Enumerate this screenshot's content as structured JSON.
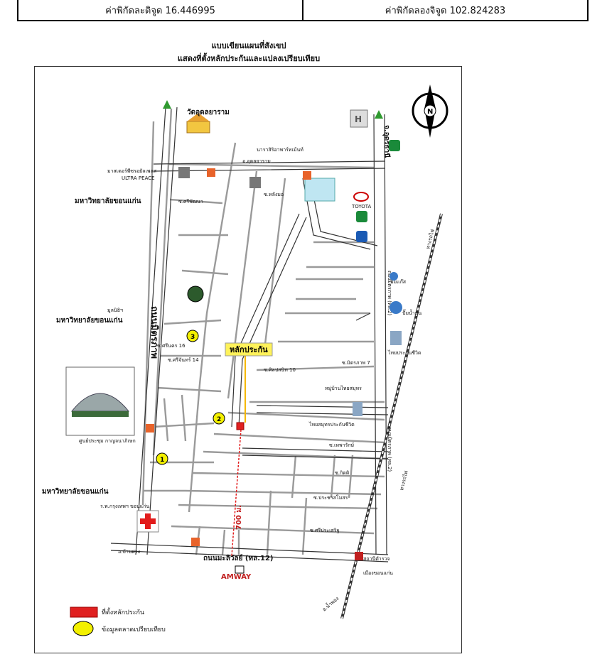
{
  "coords": {
    "lat_label": "ค่าพิกัดละติจูด 16.446995",
    "lon_label": "ค่าพิกัดลองจิจูด 102.824283"
  },
  "heading": {
    "line1": "แบบเขียนแผนที่สังเขป",
    "line2": "แสดงที่ตั้งหลักประกันและแปลงเปรียบเทียบ"
  },
  "map": {
    "temple": "วัดอุดลยาราม",
    "uni_1": "มหาวิทยาลัยขอนแก่น",
    "uni_2": "มหาวิทยาลัยขอนแก่น",
    "uni_3": "มหาวิทยาลัยขอนแก่น",
    "road_mittraphap_left": "ถนนมิตรภาพ",
    "road_mittraphap_right": "ถนนมิตรภาพ (ทล.2)",
    "road_mittraphap_lower": "ถนนมิตรภาพ (ทล.2)",
    "road_udon": "จ.อุดรธานี",
    "road_maliwan": "ถนนมะลิวัลย์ (ทล.12)",
    "road_banfang": "อ.บ้านฝาง",
    "road_namphong": "อ.น้ำพอง",
    "road_udonyaram": "อ.อุดลยาราม",
    "road_mueang": "เมืองขอนแก่น",
    "railway": "ทางรถไฟ",
    "subject_label": "หลักประกัน",
    "distance_label": "700 ม.",
    "amway": "AMWAY",
    "hospital": "ร.พ.กรุงเทพฯ ขอนแก่น",
    "exhibition": "ศูนย์ประชุม กาญจนาภิเษก",
    "ultra_peace": "ULTRA PEACE",
    "master_peace": "มาสเตอร์พีซรอยัลเพลส",
    "narasiri": "นาราสิริอาพาร์ทเม้นท์",
    "police": "สถานีตำรวจ",
    "toyota": "TOYOTA",
    "thaiprakan": "ไทยประกันชีวิต",
    "thaisamut": "ไทยสมุทรประกันชีวิต",
    "pump_1": "ปั๊มแก๊ส",
    "pump_2": "ปั๊มน้ำมัน",
    "foundation": "มูลนิธิฯ",
    "village": "หมู่บ้านไทยสมุทร",
    "soi_sripattana": "ซ.ศรีพัฒนา",
    "soi_khaonoi": "ซ.หลังมอ",
    "soi_sila": "ซ.ศิลปสนิท 10",
    "soi_mittraphap": "ซ.มิตรภาพ 7",
    "soi_thepharak": "ซ.เทพารักษ์",
    "soi_prachasamakkhi": "ซ.ประชาสโมสร",
    "soi_kittikhachon": "ซ.กิตติ",
    "soi_srichan": "ซ.ศรีจันทร์ 14",
    "soi_srinakhon": "ซ.ศรีนคร 16",
    "soi_sriprasert": "ซ.ศรีประเสริฐ"
  },
  "legend": {
    "subject": "ที่ตั้งหลักประกัน",
    "comparables": "ข้อมูลตลาดเปรียบเทียบ"
  },
  "markers": [
    "1",
    "2",
    "3"
  ],
  "colors": {
    "subject_red": "#e02020",
    "comparable_yellow": "#f3f000",
    "label_box": "#fff25a",
    "water": "#bfe6f2"
  }
}
